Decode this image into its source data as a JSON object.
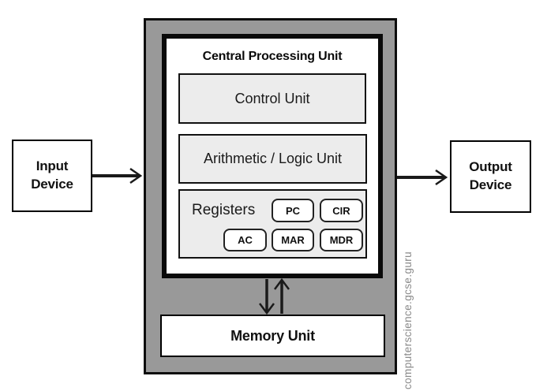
{
  "cpu": {
    "title": "Central Processing Unit",
    "control_unit_label": "Control Unit",
    "alu_label": "Arithmetic / Logic Unit",
    "registers_label": "Registers",
    "registers": [
      {
        "label": "PC"
      },
      {
        "label": "CIR"
      },
      {
        "label": "AC"
      },
      {
        "label": "MAR"
      },
      {
        "label": "MDR"
      }
    ]
  },
  "memory": {
    "label": "Memory Unit"
  },
  "devices": {
    "input_label": "Input\nDevice",
    "output_label": "Output\nDevice"
  },
  "watermark": {
    "text": "computerscience.gcse.guru"
  },
  "arrows": {
    "input_to_cpu": "input-device to cpu",
    "cpu_to_output": "cpu to output-device",
    "cpu_to_memory": "cpu to memory-unit",
    "memory_to_cpu": "memory-unit to cpu"
  },
  "colors": {
    "background": "#ffffff",
    "cpu_container_fill": "#999999",
    "unit_fill": "#ececec",
    "box_border": "#111111",
    "arrow": "#1a1a1a",
    "watermark_text": "#8a8a8a"
  }
}
